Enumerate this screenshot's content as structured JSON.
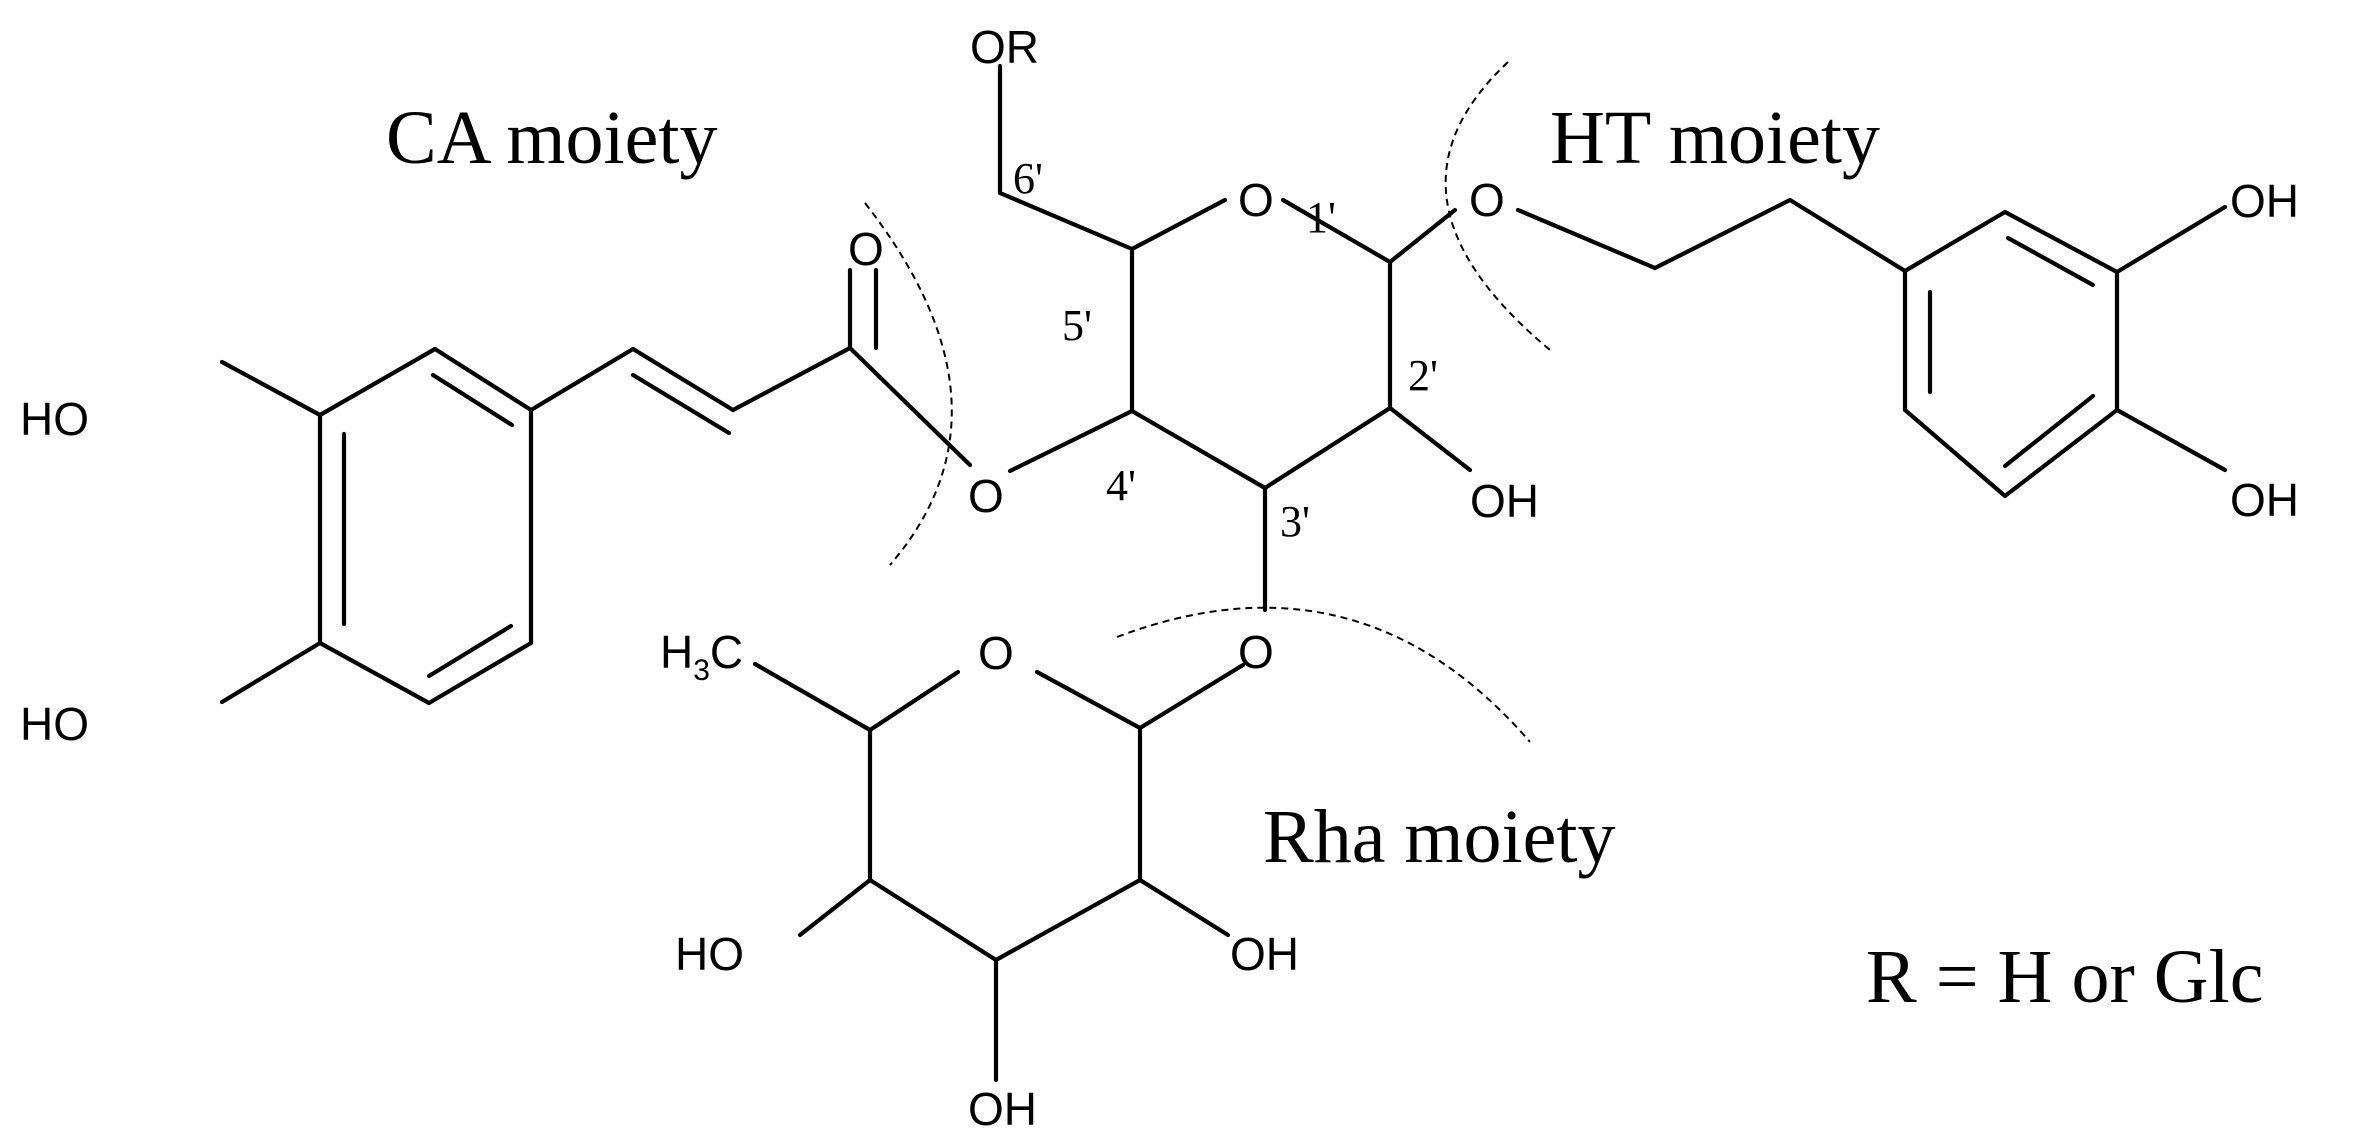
{
  "groups": {
    "ca": "CA moiety",
    "ht": "HT moiety",
    "rha": "Rha moiety"
  },
  "substituent_note": "R = H or Glc",
  "atoms": {
    "or": "OR",
    "o": "O",
    "oh": "OH",
    "ho": "HO",
    "methyl_main": "H",
    "methyl_sub": "3",
    "methyl_tail": "C"
  },
  "positions": {
    "p1": "1'",
    "p2": "2'",
    "p3": "3'",
    "p4": "4'",
    "p5": "5'",
    "p6": "6'"
  }
}
